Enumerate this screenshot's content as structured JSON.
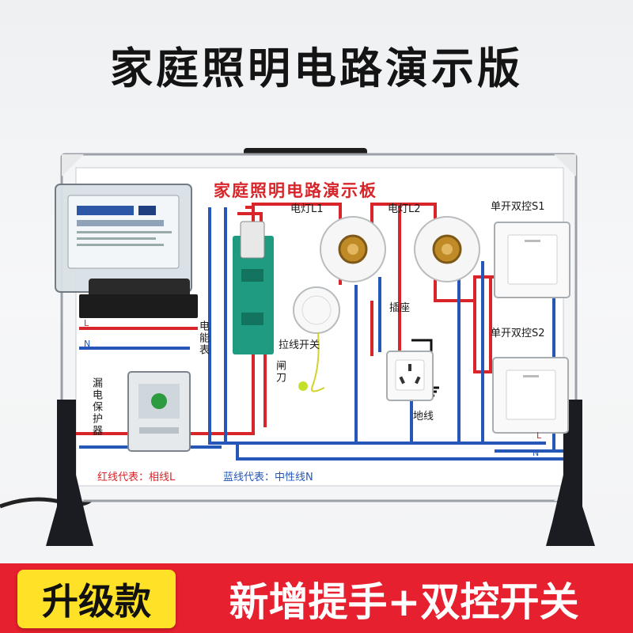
{
  "header": {
    "title": "家庭照明电路演示版"
  },
  "board": {
    "title": "家庭照明电路演示板",
    "lamp1_label": "电灯L1",
    "lamp2_label": "电灯L2",
    "switch1_label": "单开双控S1",
    "switch2_label": "单开双控S2",
    "socket_label": "插座",
    "pull_switch_label": "拉线开关",
    "knife_switch_label": "闸刀",
    "meter_label": "电能表",
    "breaker_label": "漏电保护器",
    "ground_label": "地线",
    "live_line_letter": "L",
    "neutral_line_letter": "N",
    "legend_red": "红线代表：相线L",
    "legend_blue": "蓝线代表：中性线N"
  },
  "banner": {
    "badge": "升级款",
    "text": "新增提手+双控开关"
  },
  "colors": {
    "live_wire": "#d8252a",
    "neutral_wire": "#2457b8",
    "banner_bg": "#e6202e",
    "badge_bg": "#ffe227"
  }
}
